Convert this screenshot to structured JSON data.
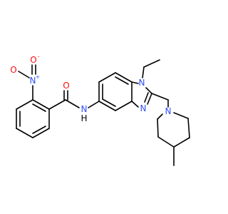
{
  "colors": {
    "background": "#ffffff",
    "bond": "#000000",
    "nitrogen": "#3050f8",
    "oxygen": "#ff0d0d",
    "hydrogen": "#000000"
  },
  "labels": {
    "nitro_n": "N",
    "nitro_n_charge": "+",
    "nitro_o_top": "O",
    "nitro_o_top_charge": "-",
    "nitro_o_side": "O",
    "carbonyl_o": "O",
    "amide_n": "N",
    "amide_h": "H",
    "ring_n1": "N",
    "ring_n3": "N",
    "piperidine_n": "N"
  }
}
